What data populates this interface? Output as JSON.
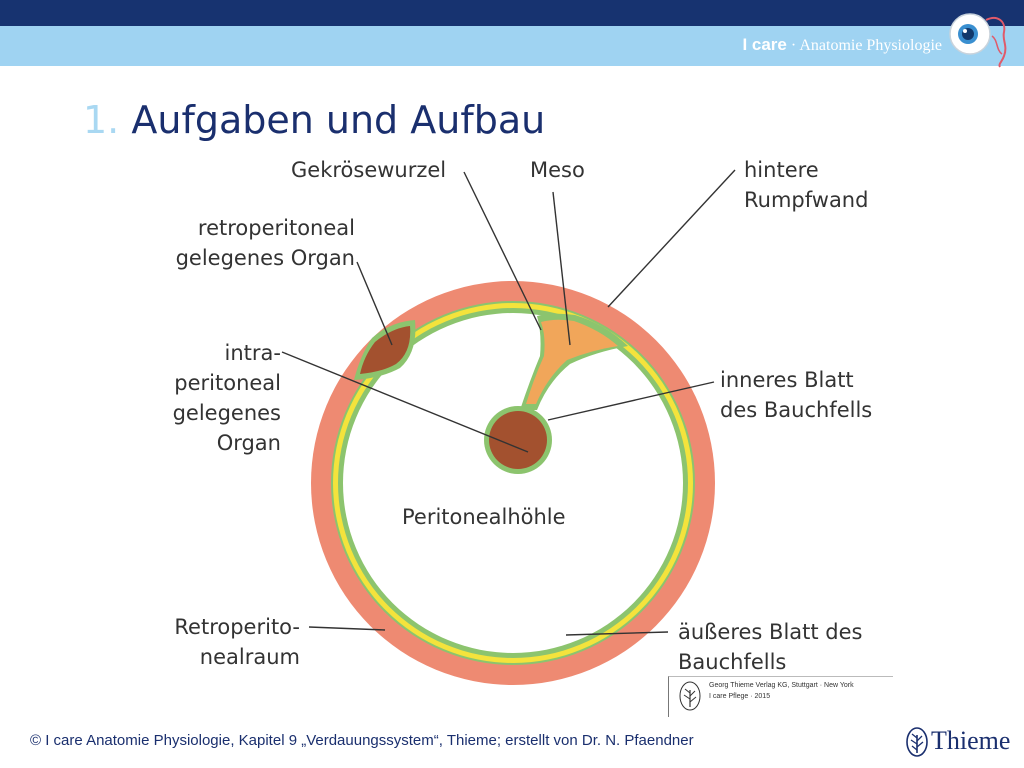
{
  "header": {
    "brand_strong": "I care",
    "brand_rest": " · Anatomie Physiologie"
  },
  "slide": {
    "title_number": "1.",
    "title_text": "Aufgaben und Aufbau"
  },
  "diagram": {
    "labels": {
      "gekroesewurzel": "Gekrösewurzel",
      "meso": "Meso",
      "hintere_rumpfwand": [
        "hintere",
        "Rumpfwand"
      ],
      "retroperitoneal_organ": [
        "retroperitoneal",
        "gelegenes Organ"
      ],
      "intraperitoneal_organ": [
        "intra-",
        "peritoneal",
        "gelegenes",
        "Organ"
      ],
      "inneres_blatt": [
        "inneres Blatt",
        "des Bauchfells"
      ],
      "peritonealhoehle": "Peritonealhöhle",
      "retroperitonealraum": [
        "Retroperito-",
        "nealraum"
      ],
      "aeusseres_blatt": [
        "äußeres Blatt des",
        "Bauchfells"
      ]
    },
    "colors": {
      "body_wall": "#ee8a72",
      "yellow_layer": "#f4e33c",
      "peritoneum": "#8cc46e",
      "organ": "#a3512f",
      "meso": "#f1a65a"
    }
  },
  "credit": {
    "line1": "Georg Thieme Verlag KG, Stuttgart · New York",
    "line2": "I care Pflege · 2015"
  },
  "footer": {
    "copyright": "© I care Anatomie Physiologie, Kapitel 9 „Verdauungssystem“, Thieme; erstellt von Dr. N. Pfaendner",
    "publisher": "Thieme"
  }
}
